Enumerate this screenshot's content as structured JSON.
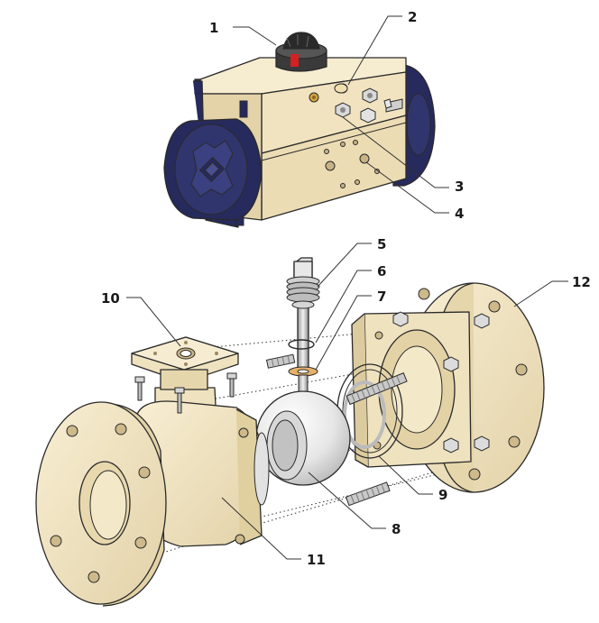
{
  "diagram": {
    "callouts": [
      {
        "id": "1",
        "label": "1"
      },
      {
        "id": "2",
        "label": "2"
      },
      {
        "id": "3",
        "label": "3"
      },
      {
        "id": "4",
        "label": "4"
      },
      {
        "id": "5",
        "label": "5"
      },
      {
        "id": "6",
        "label": "6"
      },
      {
        "id": "7",
        "label": "7"
      },
      {
        "id": "8",
        "label": "8"
      },
      {
        "id": "9",
        "label": "9"
      },
      {
        "id": "10",
        "label": "10"
      },
      {
        "id": "11",
        "label": "11"
      },
      {
        "id": "12",
        "label": "12"
      }
    ],
    "colors": {
      "body": "#f3e6c6",
      "body_shade": "#dccb9f",
      "end_cap": "#262a5c",
      "ball": "#e9e9e9",
      "indicator": "#d42020",
      "outline": "#2a2a2a"
    }
  }
}
